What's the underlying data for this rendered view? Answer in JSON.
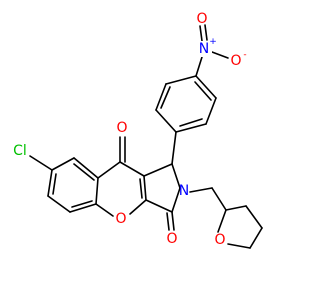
{
  "colors": {
    "bond": "#000000",
    "carbon": "#000000",
    "oxygen": "#ff0000",
    "nitrogen": "#0000ff",
    "chlorine": "#00c000"
  },
  "atoms": {
    "nitro_n": "N",
    "nitro_n_charge": "+",
    "nitro_o_top": "O",
    "nitro_o_right": "O",
    "nitro_o_right_charge": "-",
    "chlorine": "Cl",
    "ketone_o_top": "O",
    "ring_o": "O",
    "lactam_o": "O",
    "lactam_n": "N",
    "thf_o": "O"
  }
}
